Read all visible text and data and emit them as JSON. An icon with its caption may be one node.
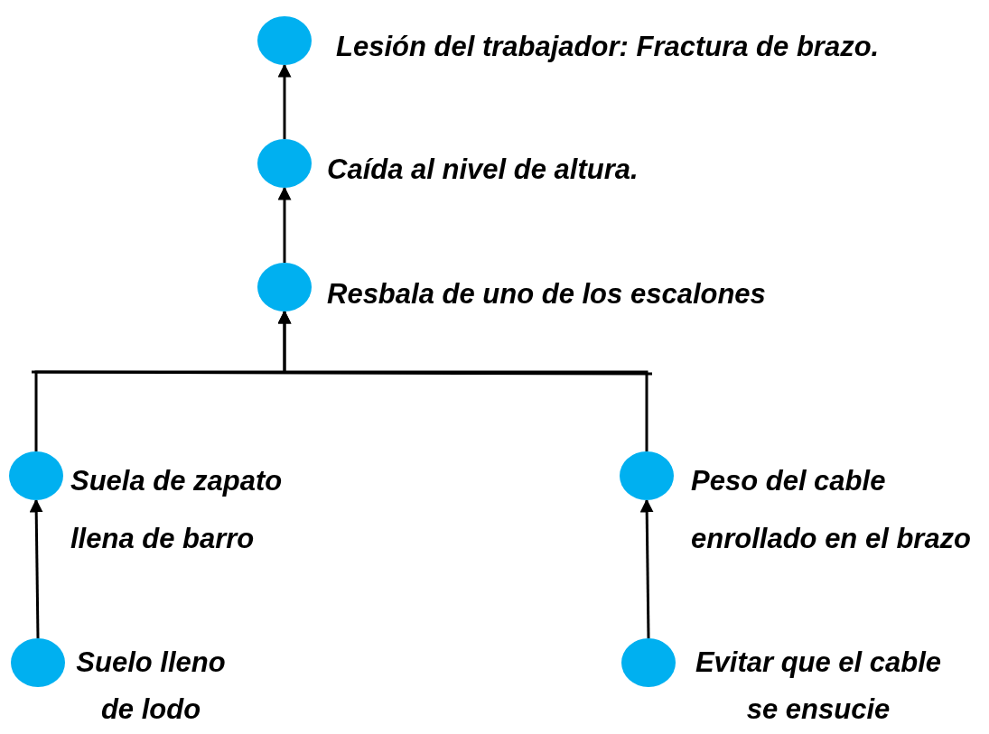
{
  "diagram": {
    "nodes": [
      {
        "text": [
          "Lesión del trabajador: Fractura de brazo."
        ]
      },
      {
        "text": [
          "Caída al nivel de altura."
        ]
      },
      {
        "text": [
          "Resbala de uno de los escalones"
        ]
      },
      {
        "text": [
          "Suela de zapato llena de barro"
        ]
      },
      {
        "text": [
          "Peso del cable enrollado en el brazo"
        ]
      },
      {
        "text": [
          "Suelo lleno de lodo"
        ]
      },
      {
        "text": [
          "Evitar que el cable se ensucie"
        ]
      }
    ],
    "edges": [
      {
        "from": 1,
        "to": 0,
        "arrow": "to"
      },
      {
        "from": 2,
        "to": 1,
        "arrow": "to"
      },
      {
        "from": 3,
        "to": 2,
        "arrow": "to"
      },
      {
        "from": 4,
        "to": 2,
        "arrow": "to"
      },
      {
        "from": 5,
        "to": 3,
        "arrow": "to"
      },
      {
        "from": 6,
        "to": 4,
        "arrow": "to"
      }
    ]
  }
}
